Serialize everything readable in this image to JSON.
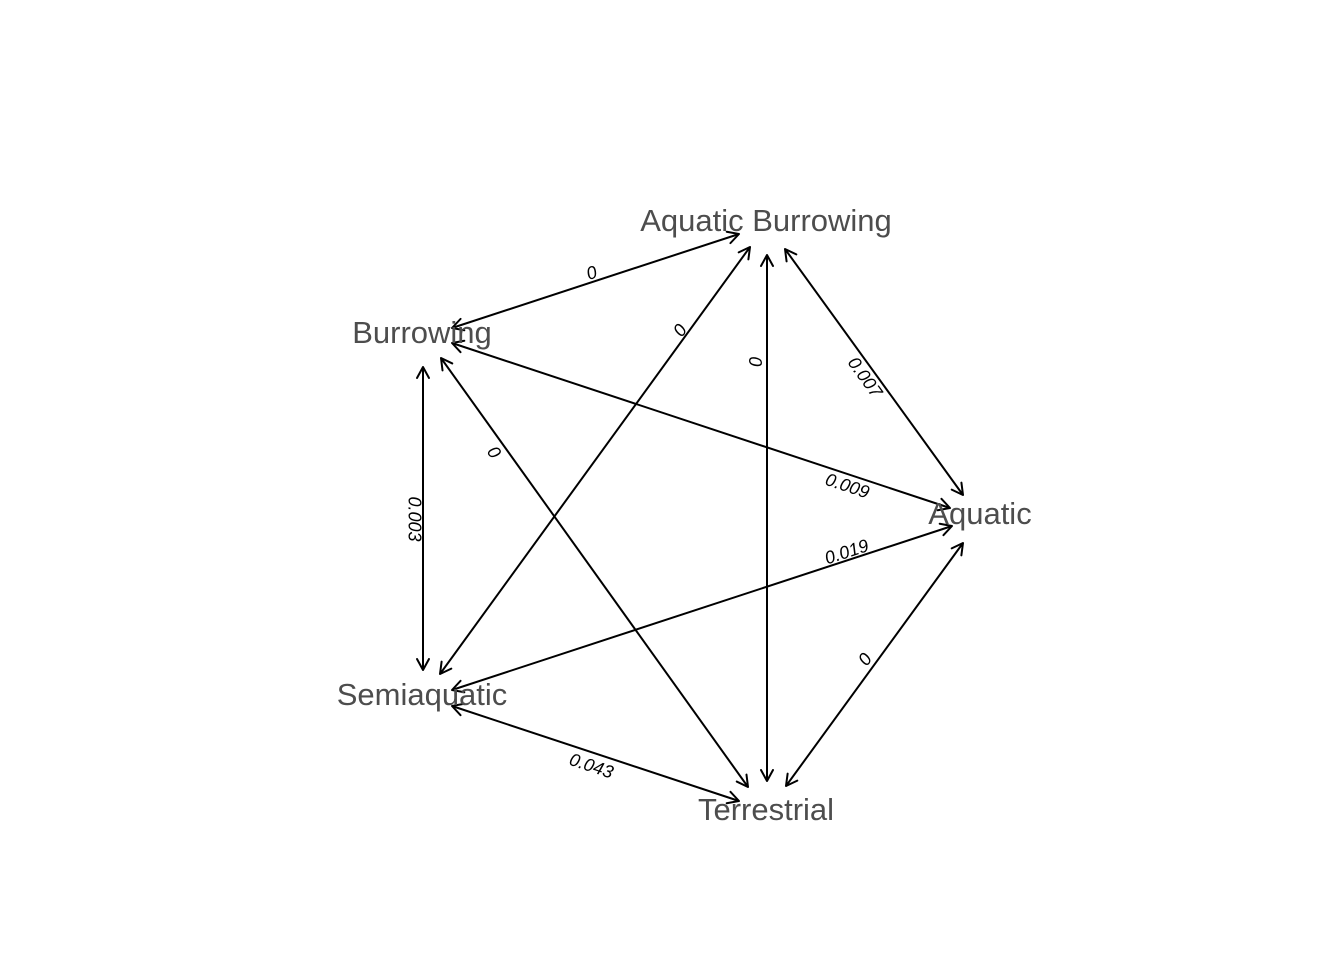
{
  "diagram": {
    "nodes": [
      {
        "id": "aquatic_burrowing",
        "label": "Aquatic Burrowing"
      },
      {
        "id": "burrowing",
        "label": "Burrowing"
      },
      {
        "id": "aquatic",
        "label": "Aquatic"
      },
      {
        "id": "semiaquatic",
        "label": "Semiaquatic"
      },
      {
        "id": "terrestrial",
        "label": "Terrestrial"
      }
    ],
    "edges": [
      {
        "from": "burrowing",
        "to": "aquatic_burrowing",
        "label": "0"
      },
      {
        "from": "semiaquatic",
        "to": "aquatic_burrowing",
        "label": "0"
      },
      {
        "from": "terrestrial",
        "to": "aquatic_burrowing",
        "label": "0"
      },
      {
        "from": "aquatic",
        "to": "aquatic_burrowing",
        "label": "0.007"
      },
      {
        "from": "burrowing",
        "to": "aquatic",
        "label": "0.009"
      },
      {
        "from": "burrowing",
        "to": "terrestrial",
        "label": "0"
      },
      {
        "from": "burrowing",
        "to": "semiaquatic",
        "label": "0.003"
      },
      {
        "from": "semiaquatic",
        "to": "aquatic",
        "label": "0.019"
      },
      {
        "from": "terrestrial",
        "to": "aquatic",
        "label": "0"
      },
      {
        "from": "semiaquatic",
        "to": "terrestrial",
        "label": "0.043"
      }
    ]
  }
}
